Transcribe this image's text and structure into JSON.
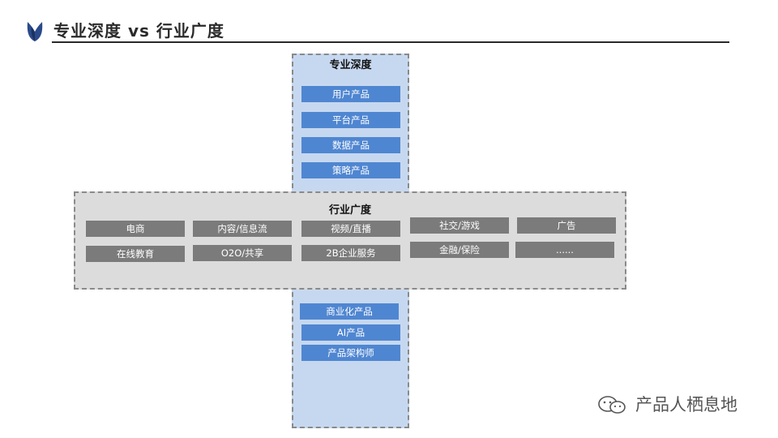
{
  "header": {
    "title": "专业深度 vs 行业广度",
    "logo_icon": "shield-leaf-icon",
    "accent_color": "#2b4a8a"
  },
  "vertical": {
    "title": "专业深度",
    "items": [
      "用户产品",
      "平台产品",
      "数据产品",
      "策略产品"
    ],
    "bottom_items": [
      "商业化产品",
      "AI产品",
      "产品架构师"
    ],
    "fill_color": "#c6d8f0",
    "item_color": "#4f86d1"
  },
  "horizontal": {
    "title": "行业广度",
    "row1": [
      "电商",
      "内容/信息流",
      "视频/直播",
      "社交/游戏",
      "广告"
    ],
    "row2": [
      "在线教育",
      "O2O/共享",
      "2B企业服务",
      "金融/保险",
      "......"
    ],
    "fill_color": "#dcdcdc",
    "item_color": "#7b7b7b"
  },
  "watermark": {
    "text": "产品人栖息地",
    "icon": "wechat-icon"
  }
}
